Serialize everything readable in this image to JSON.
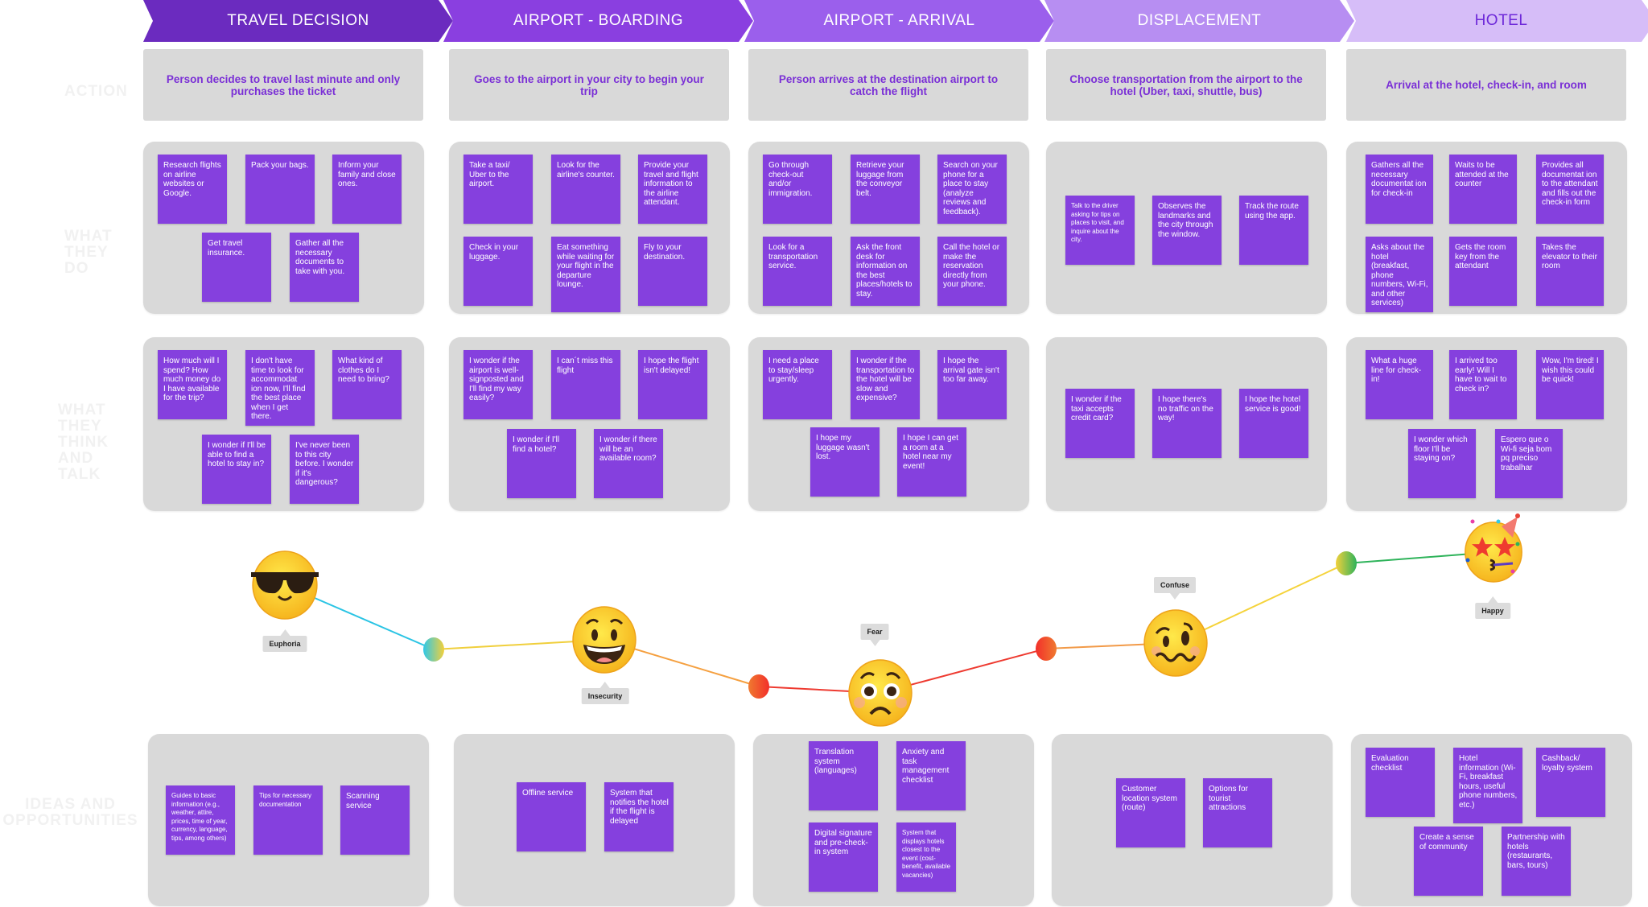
{
  "row_labels": {
    "action": "ACTION",
    "do": "WHAT THEY DO",
    "think": "WHAT THEY THINK AND TALK",
    "ideas": "IDEAS AND OPPORTUNITIES"
  },
  "colors": {
    "sticky": "#8540de",
    "panel": "#d9d9d9",
    "header": [
      "#6b2bbf",
      "#8a3fe0",
      "#9b5fec",
      "#b78ef2",
      "#d6bdf8"
    ],
    "header_text": [
      "#ffffff",
      "#ffffff",
      "#ffffff",
      "#ffffff",
      "#6d28d9"
    ]
  },
  "columns": [
    {
      "header": "TRAVEL DECISION",
      "description": "Person decides to travel last minute and only purchases the ticket",
      "actions": [
        "Research flights on airline websites or Google.",
        "Pack your bags.",
        "Inform your family and close ones.",
        "Get travel insurance.",
        "Gather all the necessary documents to take with you."
      ],
      "thoughts": [
        "How much will I spend? How much money do I have available for the trip?",
        "I don't have time to look for accommodat ion now, I'll find the best place when I get there.",
        "What kind of clothes do I need to bring?",
        "I wonder if I'll be able to find a hotel to stay in?",
        "I've never been to this city before. I wonder if it's dangerous?"
      ],
      "ideas": [
        "Guides to basic information (e.g., weather, attire, prices, time of year, currency, language, tips, among others)",
        "Tips for necessary documentation",
        "Scanning service"
      ]
    },
    {
      "header": "AIRPORT - BOARDING",
      "description": "Goes to the airport in your city to begin your trip",
      "actions": [
        "Take a taxi/ Uber to the airport.",
        "Look for the airline's counter.",
        "Provide your travel and flight information to the airline attendant.",
        "Check in your luggage.",
        "Eat something while waiting for your flight in the departure lounge.",
        "Fly to your destination."
      ],
      "thoughts": [
        "I wonder if the airport is well-signposted and I'll find my way easily?",
        "I can´t miss this flight",
        "I hope the flight isn't delayed!",
        "I wonder if I'll find a hotel?",
        "I wonder if there will be an available room?"
      ],
      "ideas": [
        "Offline service",
        "System that notifies the hotel if the flight is delayed"
      ]
    },
    {
      "header": "AIRPORT - ARRIVAL",
      "description": "Person arrives at the destination airport to catch the flight",
      "actions": [
        "Go through check-out and/or immigration.",
        "Retrieve your luggage from the conveyor belt.",
        "Search on your phone for a place to stay (analyze reviews and feedback).",
        "Look for a transportation service.",
        "Ask the front desk for information on the best places/hotels to stay.",
        "Call the hotel or make the reservation directly from your phone."
      ],
      "thoughts": [
        "I need a place to stay/sleep urgently.",
        "I wonder if the transportation to the hotel will be slow and expensive?",
        "I hope the arrival gate isn't too far away.",
        "I hope my luggage wasn't lost.",
        "I hope I can get a room at a hotel near my event!"
      ],
      "ideas": [
        "Translation system (languages)",
        "Anxiety and task management checklist",
        "Digital signature and pre-check-in system",
        "System that displays hotels closest to the event (cost-benefit, available vacancies)"
      ]
    },
    {
      "header": "DISPLACEMENT",
      "description": "Choose transportation from the airport to the hotel (Uber, taxi, shuttle, bus)",
      "actions": [
        "Talk to the driver asking for tips on places to visit, and inquire about the city.",
        "Observes the landmarks and the city through the window.",
        "Track the route using the app."
      ],
      "thoughts": [
        "I wonder if the taxi accepts credit card?",
        "I hope there's no traffic on the way!",
        "I hope the hotel service is good!"
      ],
      "ideas": [
        "Customer location system (route)",
        "Options for tourist attractions"
      ]
    },
    {
      "header": "HOTEL",
      "description": "Arrival at the hotel, check-in, and room",
      "actions": [
        "Gathers all the necessary documentat ion for check-in",
        "Waits to be attended at the counter",
        "Provides all documentat ion to the attendant and fills out the check-in form",
        "Asks about the hotel (breakfast, phone numbers, Wi-Fi, and other services)",
        "Gets the room key from the attendant",
        "Takes the elevator to their room"
      ],
      "thoughts": [
        "What a huge line for check-in!",
        "I arrived too early! Will I have to wait to check in?",
        "Wow, I'm tired! I wish this could be quick!",
        "I wonder which floor I'll be staying on?",
        "Espero que o Wi-fi seja bom pq preciso trabalhar"
      ],
      "ideas": [
        "Evaluation checklist",
        "Hotel information (Wi-Fi, breakfast hours, useful phone numbers, etc.)",
        "Cashback/ loyalty system",
        "Create a sense of community",
        "Partnership with hotels (restaurants, bars, tours)"
      ]
    }
  ],
  "emotions": [
    {
      "label": "Euphoria",
      "icon": "sunglasses-face-icon",
      "level": 0.75
    },
    {
      "label": "Insecurity",
      "icon": "relieved-grin-face-icon",
      "level": 0.5
    },
    {
      "label": "Fear",
      "icon": "fearful-face-icon",
      "level": 0.25
    },
    {
      "label": "Confuse",
      "icon": "woozy-face-icon",
      "level": 0.55
    },
    {
      "label": "Happy",
      "icon": "partying-star-face-icon",
      "level": 1.0
    }
  ]
}
